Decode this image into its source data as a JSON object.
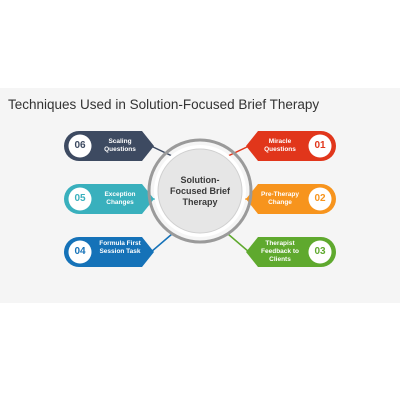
{
  "title": "Techniques Used in Solution-Focused Brief Therapy",
  "center_text": "Solution-\nFocused Brief\nTherapy",
  "items": [
    {
      "number": "06",
      "label": "Scaling Questions",
      "color": "#3d4a61"
    },
    {
      "number": "05",
      "label": "Exception Changes",
      "color": "#39b0bd"
    },
    {
      "number": "04",
      "label": "Formula First Session Task",
      "color": "#1572b8"
    },
    {
      "number": "01",
      "label": "Miracle Questions",
      "color": "#e1361b"
    },
    {
      "number": "02",
      "label": "Pre-Therapy Change",
      "color": "#f7941d"
    },
    {
      "number": "03",
      "label": "Therapist Feedback to Clients",
      "color": "#5fa92e"
    }
  ],
  "colors": {
    "background": "#f5f5f5",
    "hub_ring": "#9a9a9a",
    "hub_fill": "#e6e6e6",
    "connector": "#7c7c7c"
  }
}
